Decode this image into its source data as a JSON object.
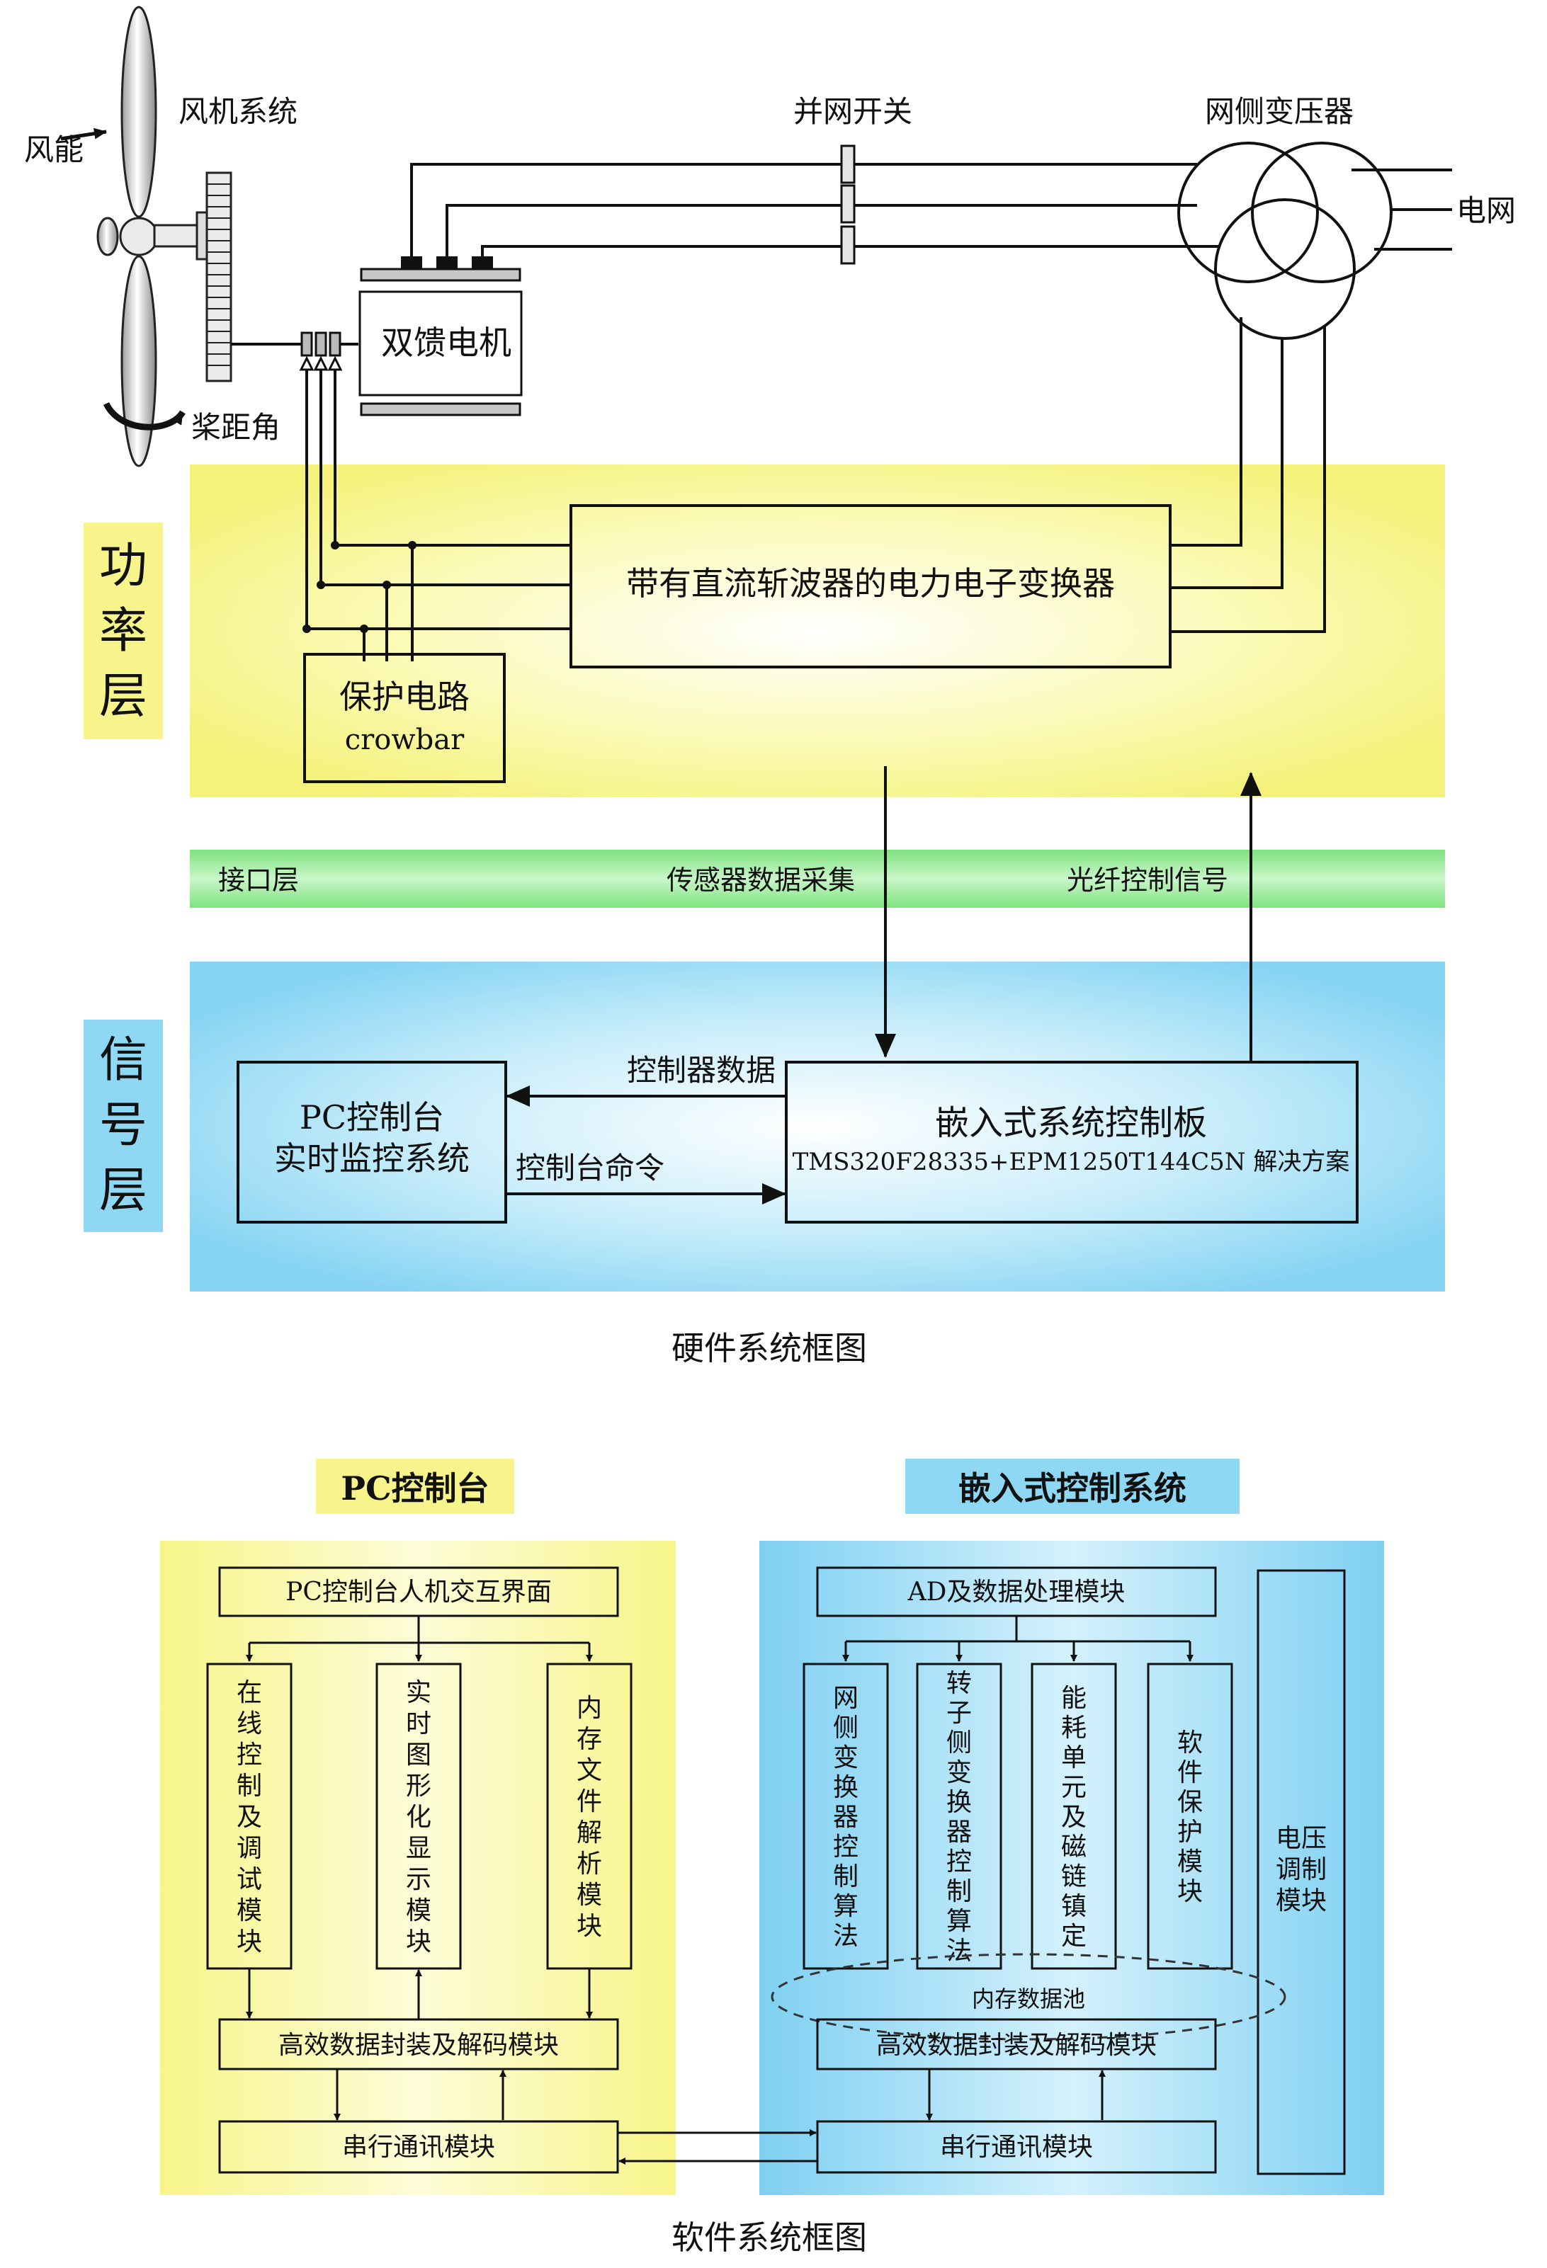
{
  "hardware": {
    "caption": "硬件系统框图",
    "wind_energy": "风能",
    "fan_system": "风机系统",
    "pitch_angle": "桨距角",
    "grid_switch": "并网开关",
    "grid_transformer": "网侧变压器",
    "grid": "电网",
    "dfig": "双馈电机",
    "converter": "带有直流斩波器的电力电子变换器",
    "protection_line1": "保护电路",
    "protection_line2": "crowbar",
    "power_layer_label": [
      "功",
      "率",
      "层"
    ],
    "signal_layer_label": [
      "信",
      "号",
      "层"
    ],
    "interface_layer": "接口层",
    "sensor_data": "传感器数据采集",
    "fiber_signal": "光纤控制信号",
    "pc_box_line1": "PC控制台",
    "pc_box_line2": "实时监控系统",
    "controller_data": "控制器数据",
    "console_command": "控制台命令",
    "embedded_line1": "嵌入式系统控制板",
    "embedded_line2": "TMS320F28335+EPM1250T144C5N 解决方案"
  },
  "software": {
    "caption": "软件系统框图",
    "pc_title": "PC控制台",
    "embedded_title": "嵌入式控制系统",
    "pc_hmi": "PC控制台人机交互界面",
    "pc_modules": [
      "在线控制及调试模块",
      "实时图形化显示模块",
      "内存文件解析模块"
    ],
    "pc_codec": "高效数据封装及解码模块",
    "pc_serial": "串行通讯模块",
    "ad_module": "AD及数据处理模块",
    "emb_modules": [
      "网侧变换器控制算法",
      "转子侧变换器控制算法",
      "能耗单元及磁链镇定",
      "软件保护模块"
    ],
    "voltage_module": "电压调制模块",
    "memory_pool": "内存数据池",
    "emb_codec": "高效数据封装及解码模块",
    "emb_serial": "串行通讯模块"
  },
  "colors": {
    "power_layer": "#f6f48a",
    "signal_layer": "#8fd8f4",
    "interface_layer": "#8fe88f"
  }
}
